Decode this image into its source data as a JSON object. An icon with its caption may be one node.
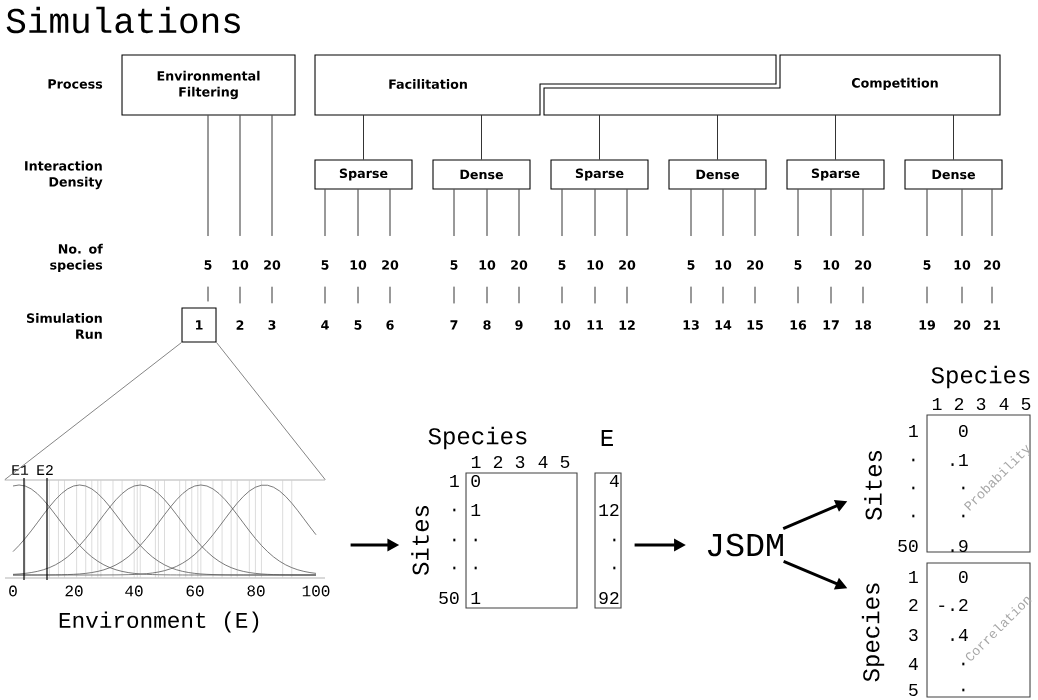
{
  "diagram": {
    "title": "Simulations",
    "nodes": [
      {
        "text": [
          "Environmental Filtering"
        ]
      },
      {
        "text": [
          "Facilitation"
        ]
      },
      {
        "text": [
          "Competition"
        ]
      },
      {
        "text": [
          "Sparse"
        ]
      },
      {
        "text": [
          "Dense"
        ]
      },
      {
        "text": [
          "Sparse"
        ]
      },
      {
        "text": [
          "Dense"
        ]
      },
      {
        "text": [
          "Sparse"
        ]
      },
      {
        "text": [
          "Dense"
        ]
      },
      {
        "text": [
          "5"
        ]
      },
      {
        "text": [
          "10"
        ]
      },
      {
        "text": [
          "20"
        ]
      },
      {
        "text": [
          "5"
        ]
      },
      {
        "text": [
          "10"
        ]
      },
      {
        "text": [
          "20"
        ]
      },
      {
        "text": [
          "5"
        ]
      },
      {
        "text": [
          "10"
        ]
      },
      {
        "text": [
          "20"
        ]
      },
      {
        "text": [
          "5"
        ]
      },
      {
        "text": [
          "10"
        ]
      },
      {
        "text": [
          "20"
        ]
      },
      {
        "text": [
          "5"
        ]
      },
      {
        "text": [
          "10"
        ]
      },
      {
        "text": [
          "20"
        ]
      },
      {
        "text": [
          "5"
        ]
      },
      {
        "text": [
          "10"
        ]
      },
      {
        "text": [
          "20"
        ]
      },
      {
        "text": [
          "5"
        ]
      },
      {
        "text": [
          "10"
        ]
      },
      {
        "text": [
          "20"
        ]
      },
      {
        "text": [
          "1"
        ]
      },
      {
        "text": [
          "2"
        ]
      },
      {
        "text": [
          "3"
        ]
      },
      {
        "text": [
          "4"
        ]
      },
      {
        "text": [
          "5"
        ]
      },
      {
        "text": [
          "6"
        ]
      },
      {
        "text": [
          "7"
        ]
      },
      {
        "text": [
          "8"
        ]
      },
      {
        "text": [
          "9"
        ]
      },
      {
        "text": [
          "10"
        ]
      },
      {
        "text": [
          "11"
        ]
      },
      {
        "text": [
          "12"
        ]
      },
      {
        "text": [
          "13"
        ]
      },
      {
        "text": [
          "14"
        ]
      },
      {
        "text": [
          "15"
        ]
      },
      {
        "text": [
          "16"
        ]
      },
      {
        "text": [
          "17"
        ]
      },
      {
        "text": [
          "18"
        ]
      },
      {
        "text": [
          "19"
        ]
      },
      {
        "text": [
          "20"
        ]
      },
      {
        "text": [
          "21"
        ]
      },
      {
        "text": [],
        "shape": "picture"
      },
      {
        "text": [
          "Species",
          "1",
          "2",
          "3",
          "4",
          "5",
          "Sites",
          "1",
          ".",
          ".",
          ".",
          "50",
          "0",
          "1",
          ".",
          ".",
          "1"
        ]
      },
      {
        "text": [
          "E",
          "4",
          "12",
          ".",
          ".",
          "92"
        ]
      },
      {
        "text": [
          "JSDM"
        ]
      },
      {
        "text": [
          "Species",
          "1",
          "2",
          "3",
          "4",
          "5",
          "Sites",
          "1",
          ".",
          ".",
          ".",
          "50",
          "0",
          ".1",
          ".",
          ".",
          ".9",
          "Probability"
        ]
      },
      {
        "text": [
          "Species",
          "1",
          "2",
          "3",
          "4",
          "5",
          "0",
          "-.2",
          ".4",
          ".",
          ".",
          "Correlation"
        ]
      }
    ],
    "edges": [
      {
        "from": 1,
        "to": 3,
        "arrow": "none"
      },
      {
        "from": 1,
        "to": 4,
        "arrow": "none"
      },
      {
        "from": 2,
        "to": 5,
        "arrow": "none"
      },
      {
        "from": 2,
        "to": 6,
        "arrow": "none"
      },
      {
        "from": 2,
        "to": 7,
        "arrow": "none"
      },
      {
        "from": 2,
        "to": 8,
        "arrow": "none"
      },
      {
        "from": 0,
        "to": 9,
        "arrow": "none"
      },
      {
        "from": 0,
        "to": 10,
        "arrow": "none"
      },
      {
        "from": 0,
        "to": 11,
        "arrow": "none"
      },
      {
        "from": 3,
        "to": 12,
        "arrow": "none"
      },
      {
        "from": 3,
        "to": 13,
        "arrow": "none"
      },
      {
        "from": 3,
        "to": 14,
        "arrow": "none"
      },
      {
        "from": 4,
        "to": 15,
        "arrow": "none"
      },
      {
        "from": 4,
        "to": 16,
        "arrow": "none"
      },
      {
        "from": 4,
        "to": 17,
        "arrow": "none"
      },
      {
        "from": 5,
        "to": 18,
        "arrow": "none"
      },
      {
        "from": 5,
        "to": 19,
        "arrow": "none"
      },
      {
        "from": 5,
        "to": 20,
        "arrow": "none"
      },
      {
        "from": 6,
        "to": 21,
        "arrow": "none"
      },
      {
        "from": 6,
        "to": 22,
        "arrow": "none"
      },
      {
        "from": 6,
        "to": 23,
        "arrow": "none"
      },
      {
        "from": 7,
        "to": 24,
        "arrow": "none"
      },
      {
        "from": 7,
        "to": 25,
        "arrow": "none"
      },
      {
        "from": 7,
        "to": 26,
        "arrow": "none"
      },
      {
        "from": 8,
        "to": 27,
        "arrow": "none"
      },
      {
        "from": 8,
        "to": 28,
        "arrow": "none"
      },
      {
        "from": 8,
        "to": 29,
        "arrow": "none"
      },
      {
        "from": 9,
        "to": 30,
        "arrow": "none"
      },
      {
        "from": 10,
        "to": 31,
        "arrow": "none"
      },
      {
        "from": 11,
        "to": 32,
        "arrow": "none"
      },
      {
        "from": 12,
        "to": 33,
        "arrow": "none"
      },
      {
        "from": 13,
        "to": 34,
        "arrow": "none"
      },
      {
        "from": 14,
        "to": 35,
        "arrow": "none"
      },
      {
        "from": 15,
        "to": 36,
        "arrow": "none"
      },
      {
        "from": 16,
        "to": 37,
        "arrow": "none"
      },
      {
        "from": 17,
        "to": 38,
        "arrow": "none"
      },
      {
        "from": 18,
        "to": 39,
        "arrow": "none"
      },
      {
        "from": 19,
        "to": 40,
        "arrow": "none"
      },
      {
        "from": 20,
        "to": 41,
        "arrow": "none"
      },
      {
        "from": 21,
        "to": 42,
        "arrow": "none"
      },
      {
        "from": 22,
        "to": 43,
        "arrow": "none"
      },
      {
        "from": 23,
        "to": 44,
        "arrow": "none"
      },
      {
        "from": 24,
        "to": 45,
        "arrow": "none"
      },
      {
        "from": 25,
        "to": 46,
        "arrow": "none"
      },
      {
        "from": 26,
        "to": 47,
        "arrow": "none"
      },
      {
        "from": 27,
        "to": 48,
        "arrow": "none"
      },
      {
        "from": 28,
        "to": 49,
        "arrow": "none"
      },
      {
        "from": 29,
        "to": 50,
        "arrow": "none"
      },
      {
        "from": 30,
        "to": 51,
        "arrow": "none",
        "color": "#666666"
      },
      {
        "from": 30,
        "to": 51,
        "arrow": "none",
        "color": "#666666"
      },
      {
        "from": 51,
        "to": 52,
        "arrow": "to",
        "style": "thick"
      },
      {
        "from": 53,
        "to": 54,
        "arrow": "to",
        "style": "thick"
      },
      {
        "from": 54,
        "to": 55,
        "arrow": "to",
        "style": "thick"
      },
      {
        "from": 54,
        "to": 56,
        "arrow": "to",
        "style": "thick"
      }
    ],
    "labels": [
      "Process",
      "Interaction Density",
      "No. of species",
      "Simulation Run",
      "E1",
      "E2",
      "0",
      "20",
      "40",
      "60",
      "80",
      "100",
      "Environment (E)"
    ]
  }
}
